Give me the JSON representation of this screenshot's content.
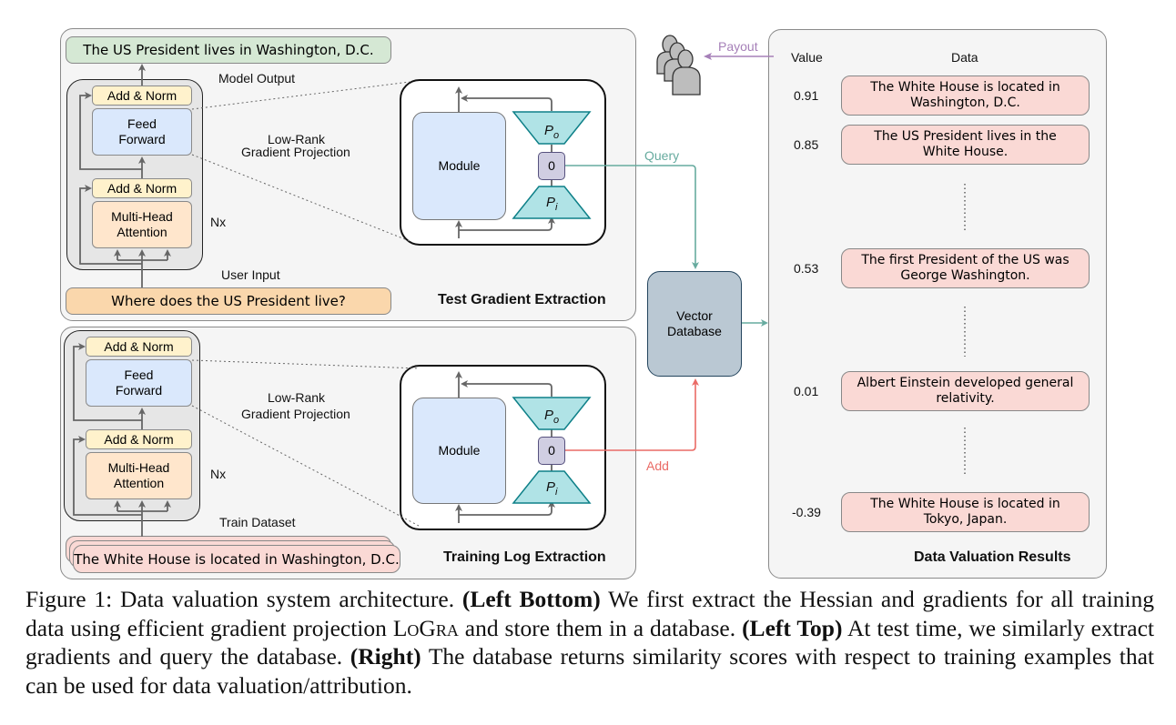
{
  "figure": {
    "top_panel": {
      "title": "Test Gradient Extraction",
      "model_output": "The US President lives in Washington, D.C.",
      "model_output_label": "Model Output",
      "user_input": "Where does the US President live?",
      "user_input_label": "User Input",
      "projection_label_line1": "Low-Rank",
      "projection_label_line2": "Gradient Projection",
      "nx_label": "Nx",
      "blocks": {
        "add_norm": "Add & Norm",
        "feed_forward_line1": "Feed",
        "feed_forward_line2": "Forward",
        "mha_line1": "Multi-Head",
        "mha_line2": "Attention"
      },
      "zoom": {
        "module": "Module",
        "p_out": "P",
        "p_out_sub": "o",
        "zero": "0",
        "p_in": "P",
        "p_in_sub": "i"
      },
      "arrow_label": "Query"
    },
    "bottom_panel": {
      "title": "Training Log Extraction",
      "train_label": "Train Dataset",
      "train_example": "The White House is located in Washington, D.C.",
      "projection_label_line1": "Low-Rank",
      "projection_label_line2": "Gradient Projection",
      "nx_label": "Nx",
      "blocks": {
        "add_norm": "Add & Norm",
        "feed_forward_line1": "Feed",
        "feed_forward_line2": "Forward",
        "mha_line1": "Multi-Head",
        "mha_line2": "Attention"
      },
      "zoom": {
        "module": "Module",
        "p_out": "P",
        "p_out_sub": "o",
        "zero": "0",
        "p_in": "P",
        "p_in_sub": "i"
      },
      "arrow_label": "Add"
    },
    "vector_db": {
      "line1": "Vector",
      "line2": "Database"
    },
    "payout_label": "Payout",
    "results_panel": {
      "title": "Data Valuation Results",
      "col_value": "Value",
      "col_data": "Data",
      "rows": [
        {
          "value": "0.91",
          "line1": "The White House is located in",
          "line2": "Washington, D.C."
        },
        {
          "value": "0.85",
          "line1": "The US President lives in the",
          "line2": "White House."
        },
        {
          "value": "0.53",
          "line1": "The first President of the US was",
          "line2": "George Washington."
        },
        {
          "value": "0.01",
          "line1": "Albert Einstein developed general",
          "line2": "relativity."
        },
        {
          "value": "-0.39",
          "line1": "The White House is located in",
          "line2": "Tokyo, Japan."
        }
      ]
    },
    "colors": {
      "query": "#67ab9f",
      "add": "#ea6b66",
      "payout": "#a680b8",
      "projector_fill": "#b0e3e6",
      "projector_stroke": "#0e8088"
    }
  },
  "caption": {
    "prefix": "Figure 1: Data valuation system architecture. ",
    "b1": "(Left Bottom)",
    "t1": " We first extract the Hessian and gradients for all training data using efficient gradient projection ",
    "method": "LoGra",
    "t2": " and store them in a database. ",
    "b2": "(Left Top)",
    "t3": " At test time, we similarly extract gradients and query the database. ",
    "b3": "(Right)",
    "t4": " The database returns similarity scores with respect to training examples that can be used for data valuation/attribution."
  }
}
